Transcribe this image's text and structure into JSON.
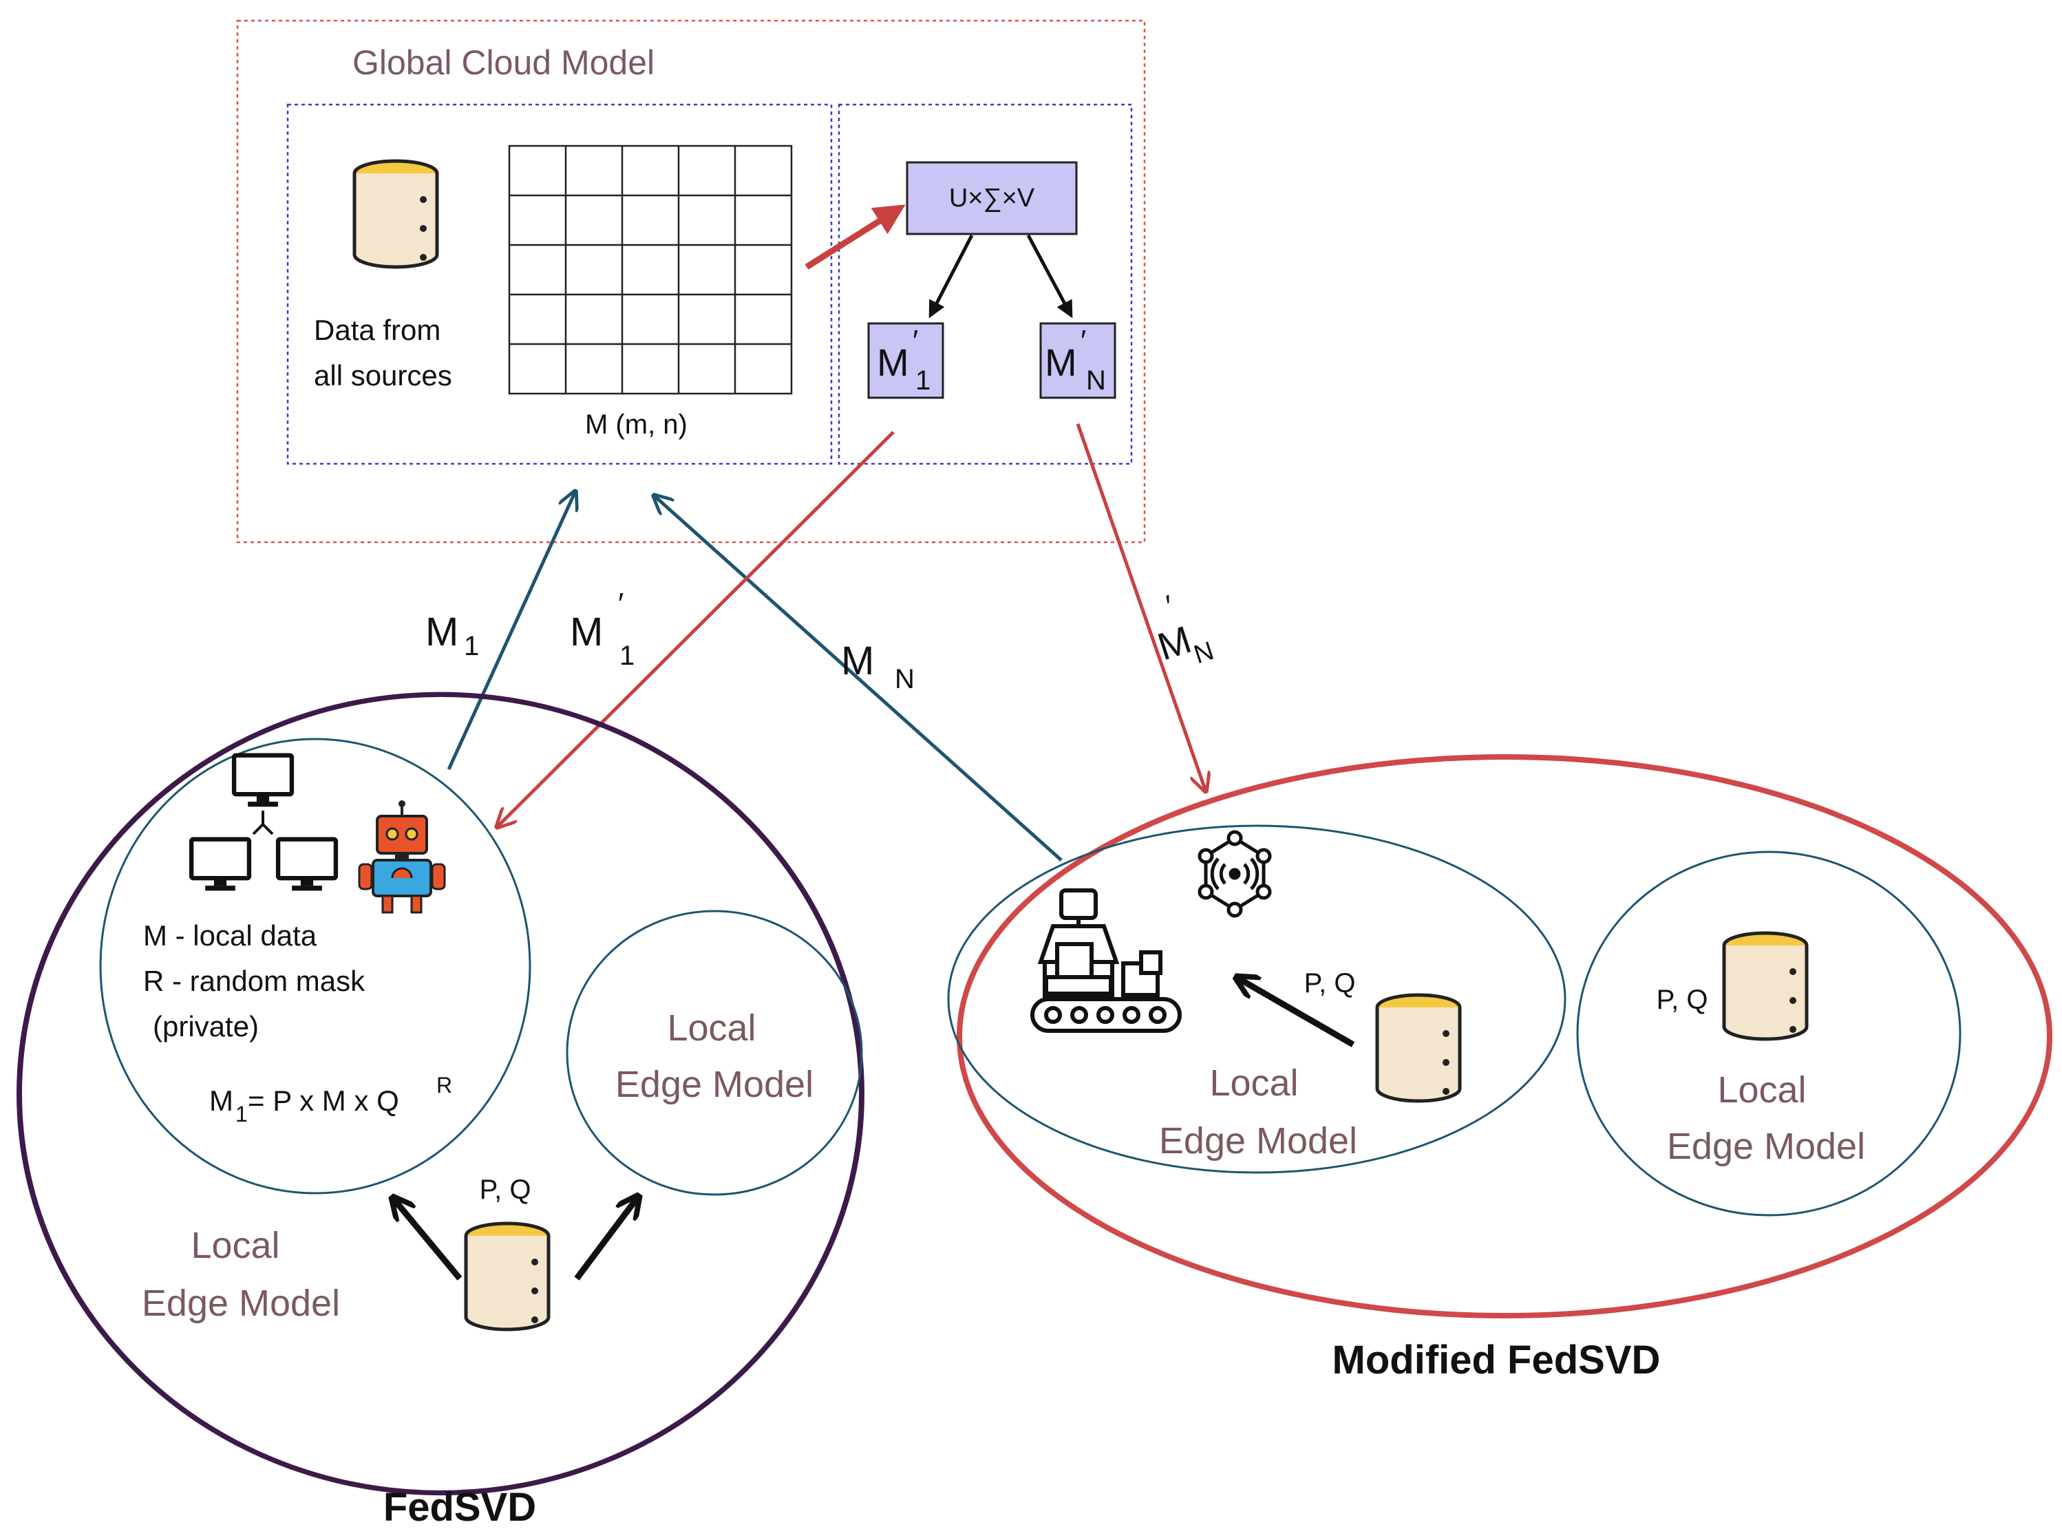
{
  "cloud": {
    "title": "Global Cloud Model",
    "data_label_line1": "Data from",
    "data_label_line2": "all sources",
    "matrix_label": "M (m, n)",
    "svd_label": "U×∑×V",
    "m1_prime_main": "M",
    "m1_prime_sup": "′",
    "m1_prime_sub": "1",
    "mn_prime_main": "M",
    "mn_prime_sup": "′",
    "mn_prime_sub": "N"
  },
  "arrows": {
    "m1_main": "M",
    "m1_sub": "1",
    "m1p_main": "M",
    "m1p_sup": "′",
    "m1p_sub": "1",
    "mn_main": "M",
    "mn_sub": "N",
    "mnp_main": "M",
    "mnp_sup": "′",
    "mnp_sub": "N"
  },
  "fedsvd": {
    "caption": "FedSVD",
    "desc_line1": "M - local data",
    "desc_line2": "R - random mask",
    "desc_line3": "(private)",
    "formula_main": "M",
    "formula_sub": "1",
    "formula_rest": "= P x M x Q",
    "formula_sup": "R",
    "pq_label": "P, Q",
    "edge_model_a_line1": "Local",
    "edge_model_a_line2": "Edge Model",
    "edge_model_b_line1": "Local",
    "edge_model_b_line2": "Edge Model"
  },
  "modified": {
    "caption": "Modified FedSVD",
    "pq_label_a": "P, Q",
    "pq_label_b": "P, Q",
    "edge_model_a_line1": "Local",
    "edge_model_a_line2": "Edge Model",
    "edge_model_b_line1": "Local",
    "edge_model_b_line2": "Edge Model"
  },
  "colors": {
    "cloud_border": "#e05050",
    "inner_border": "#3a3acc",
    "svd_box_fill": "#c9c5f5",
    "teal_arrow": "#1e5570",
    "red_arrow": "#c94040",
    "fedsvd_ring": "#3d1a4a",
    "modified_ring": "#d04848",
    "edge_circle": "#1e5570",
    "db_gold": "#f5c842",
    "db_cream": "#f3e6cc"
  }
}
